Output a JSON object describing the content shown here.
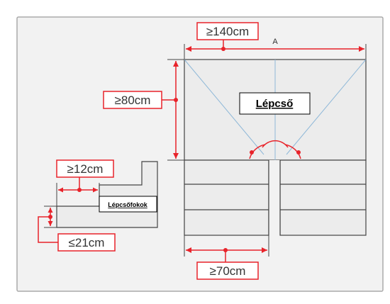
{
  "labels": {
    "width_min": "≥140cm",
    "point_a": "A",
    "depth_min": "≥80cm",
    "stair_title": "Lépcső",
    "tread_min": "≥12cm",
    "steps_title": "Lépcsőfokok",
    "riser_max": "≤21cm",
    "flight_width_min": "≥70cm"
  },
  "colors": {
    "dimension": "#e8232a",
    "outline": "#444444",
    "fill": "#ececec",
    "diagonal": "#8fb8d8",
    "frame": "#aaaaaa"
  }
}
